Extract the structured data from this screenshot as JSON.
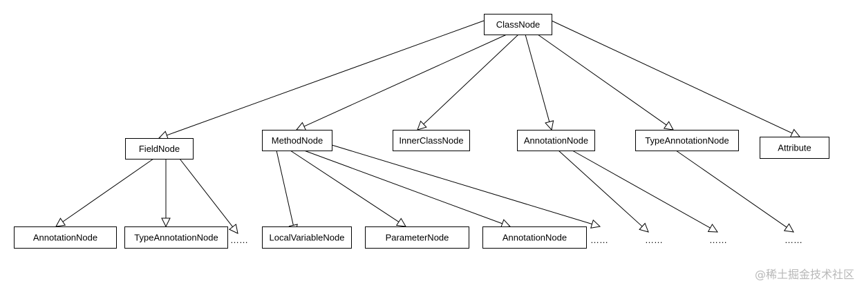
{
  "diagram": {
    "root": {
      "id": "classnode",
      "label": "ClassNode"
    },
    "level1": [
      {
        "id": "fieldnode",
        "label": "FieldNode"
      },
      {
        "id": "methodnode",
        "label": "MethodNode"
      },
      {
        "id": "innerclassnode",
        "label": "InnerClassNode"
      },
      {
        "id": "annotationnode-l1",
        "label": "AnnotationNode"
      },
      {
        "id": "typeannotationnode-l1",
        "label": "TypeAnnotationNode"
      },
      {
        "id": "attribute",
        "label": "Attribute"
      }
    ],
    "level2": [
      {
        "id": "field-annotationnode",
        "label": "AnnotationNode",
        "parent": "fieldnode"
      },
      {
        "id": "field-typeannotationnode",
        "label": "TypeAnnotationNode",
        "parent": "fieldnode"
      },
      {
        "id": "method-localvariablenode",
        "label": "LocalVariableNode",
        "parent": "methodnode"
      },
      {
        "id": "method-parameternode",
        "label": "ParameterNode",
        "parent": "methodnode"
      },
      {
        "id": "method-annotationnode",
        "label": "AnnotationNode",
        "parent": "methodnode"
      }
    ],
    "ellipses": [
      {
        "id": "field-more",
        "label": "……",
        "parent": "fieldnode"
      },
      {
        "id": "method-more",
        "label": "……",
        "parent": "methodnode"
      },
      {
        "id": "annotation-more-1",
        "label": "……",
        "parent": "annotationnode-l1"
      },
      {
        "id": "annotation-more-2",
        "label": "……",
        "parent": "annotationnode-l1"
      },
      {
        "id": "typeannotation-more",
        "label": "……",
        "parent": "typeannotationnode-l1"
      }
    ],
    "edges": [
      {
        "from": "classnode",
        "to": "fieldnode"
      },
      {
        "from": "classnode",
        "to": "methodnode"
      },
      {
        "from": "classnode",
        "to": "innerclassnode"
      },
      {
        "from": "classnode",
        "to": "annotationnode-l1"
      },
      {
        "from": "classnode",
        "to": "typeannotationnode-l1"
      },
      {
        "from": "classnode",
        "to": "attribute"
      },
      {
        "from": "fieldnode",
        "to": "field-annotationnode"
      },
      {
        "from": "fieldnode",
        "to": "field-typeannotationnode"
      },
      {
        "from": "fieldnode",
        "to": "field-more"
      },
      {
        "from": "methodnode",
        "to": "method-localvariablenode"
      },
      {
        "from": "methodnode",
        "to": "method-parameternode"
      },
      {
        "from": "methodnode",
        "to": "method-annotationnode"
      },
      {
        "from": "methodnode",
        "to": "method-more"
      },
      {
        "from": "annotationnode-l1",
        "to": "annotation-more-1"
      },
      {
        "from": "annotationnode-l1",
        "to": "annotation-more-2"
      },
      {
        "from": "typeannotationnode-l1",
        "to": "typeannotation-more"
      }
    ]
  },
  "watermark": "@稀土掘金技术社区",
  "colors": {
    "stroke": "#000000",
    "fill": "#ffffff",
    "watermark": "#b8b8b8"
  }
}
